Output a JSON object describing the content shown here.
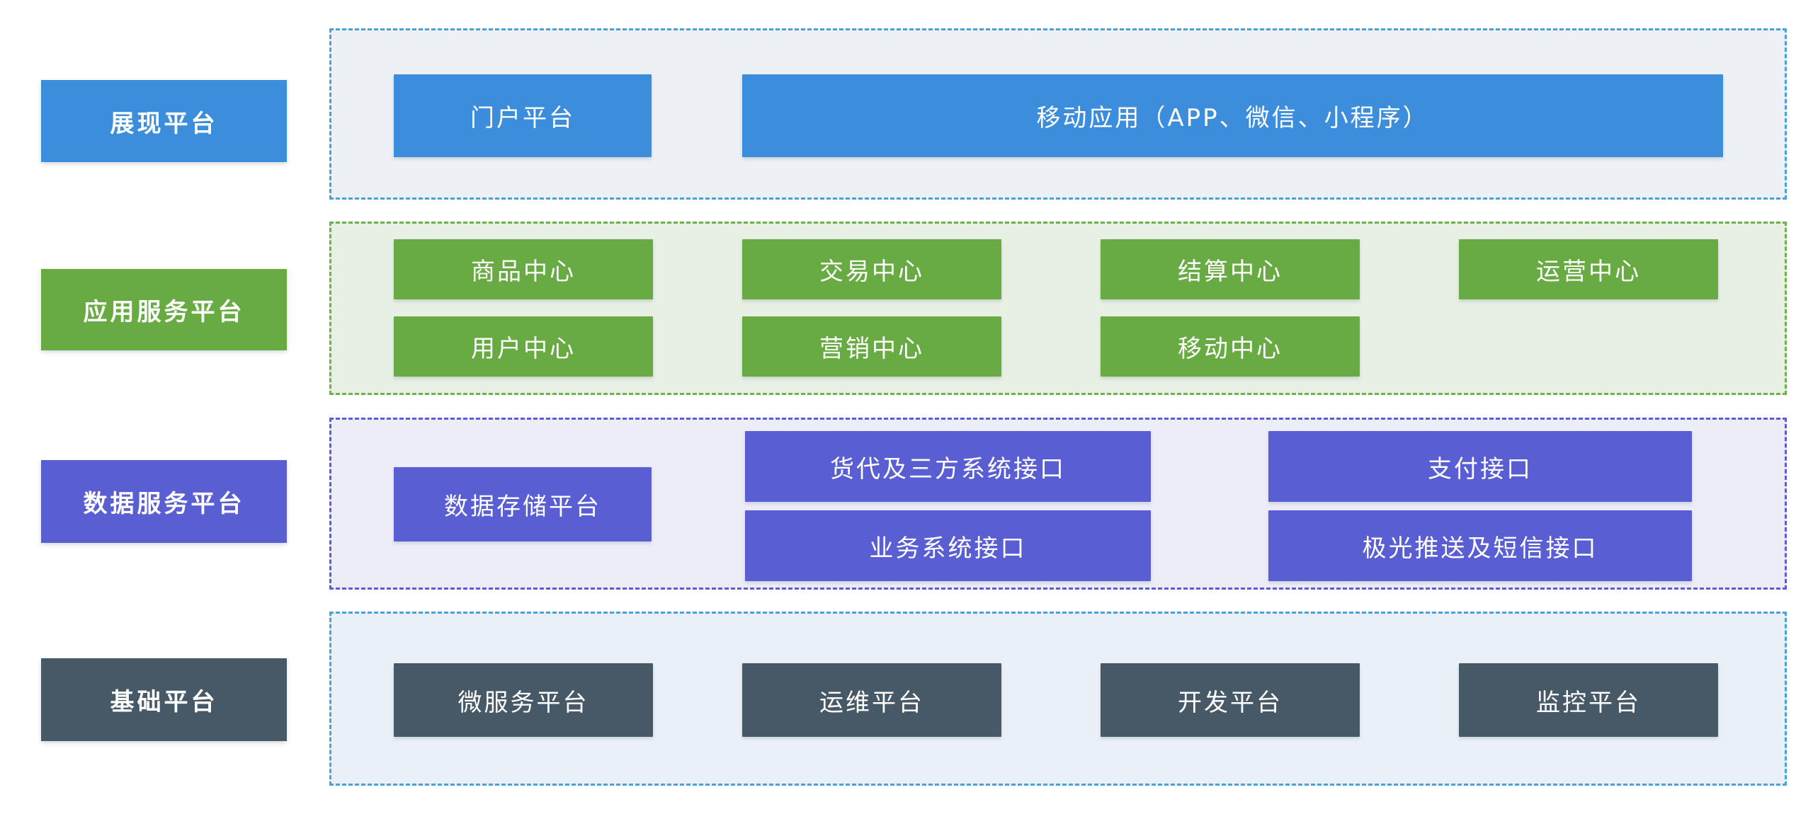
{
  "sections": [
    {
      "label": "展现平台",
      "colors": {
        "accent": "#3c8ddc",
        "container_fill": "#edf1f5",
        "dashed_border": "#4aa1da"
      },
      "items": [
        {
          "label": "门户平台"
        },
        {
          "label": "移动应用（APP、微信、小程序）"
        }
      ]
    },
    {
      "label": "应用服务平台",
      "colors": {
        "accent": "#68ab43",
        "container_fill": "#e8f0e4",
        "dashed_border": "#6db24b"
      },
      "items": [
        {
          "label": "商品中心"
        },
        {
          "label": "交易中心"
        },
        {
          "label": "结算中心"
        },
        {
          "label": "运营中心"
        },
        {
          "label": "用户中心"
        },
        {
          "label": "营销中心"
        },
        {
          "label": "移动中心"
        }
      ]
    },
    {
      "label": "数据服务平台",
      "colors": {
        "accent": "#5a5ed3",
        "container_fill": "#ededf8",
        "dashed_border": "#5a5cd8"
      },
      "items": [
        {
          "label": "数据存储平台"
        },
        {
          "label": "货代及三方系统接口"
        },
        {
          "label": "支付接口"
        },
        {
          "label": "业务系统接口"
        },
        {
          "label": "极光推送及短信接口"
        }
      ]
    },
    {
      "label": "基础平台",
      "colors": {
        "accent": "#475966",
        "container_fill": "#eaf1f6",
        "dashed_border": "#4ba1d9"
      },
      "items": [
        {
          "label": "微服务平台"
        },
        {
          "label": "运维平台"
        },
        {
          "label": "开发平台"
        },
        {
          "label": "监控平台"
        }
      ]
    }
  ]
}
